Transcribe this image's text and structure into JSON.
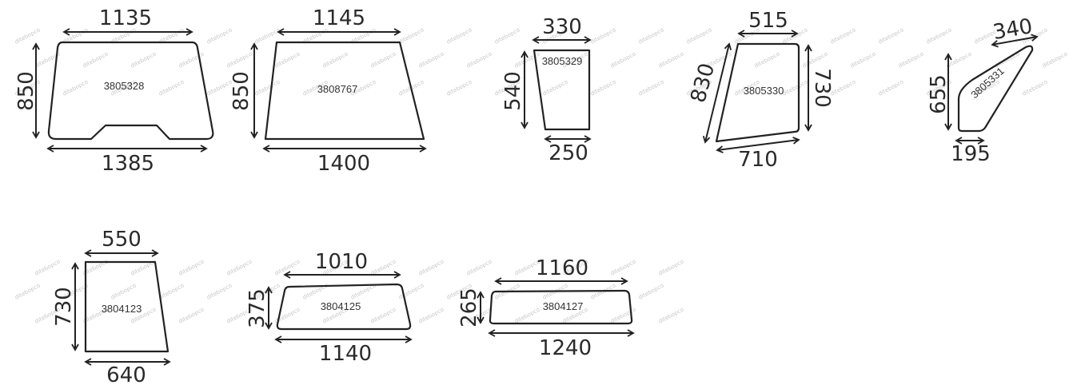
{
  "brand": {
    "watermark": "ditebopco"
  },
  "panels": [
    {
      "code": "3805328",
      "dims": [
        "1135",
        "1385",
        "850"
      ]
    },
    {
      "code": "3808767",
      "dims": [
        "1145",
        "1400",
        "850"
      ]
    },
    {
      "code": "3805329",
      "dims": [
        "330",
        "250",
        "540"
      ]
    },
    {
      "code": "3805330",
      "dims": [
        "515",
        "710",
        "830",
        "730"
      ]
    },
    {
      "code": "3805331",
      "dims": [
        "340",
        "195",
        "655"
      ]
    },
    {
      "code": "3804123",
      "dims": [
        "550",
        "640",
        "730"
      ]
    },
    {
      "code": "3804125",
      "dims": [
        "1010",
        "1140",
        "375"
      ]
    },
    {
      "code": "3804127",
      "dims": [
        "1160",
        "1240",
        "265"
      ]
    }
  ]
}
